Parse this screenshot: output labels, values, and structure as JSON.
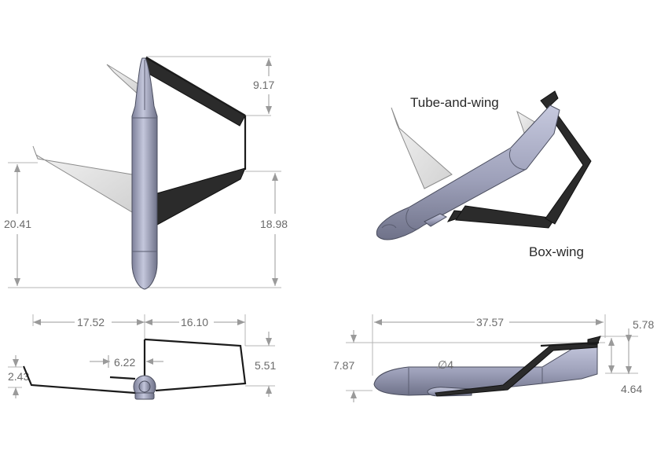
{
  "labels": {
    "tube_and_wing": "Tube-and-wing",
    "box_wing": "Box-wing"
  },
  "dimensions": {
    "top_view_tail_offset": "9.17",
    "top_view_tube_span_height": "20.41",
    "top_view_box_span_height": "18.98",
    "front_view_left_half_span": "17.52",
    "front_view_right_half_span": "16.10",
    "front_view_fuselage_dim": "6.22",
    "front_view_wing_height": "5.51",
    "front_view_tip_drop": "2.43",
    "side_view_length": "37.57",
    "side_view_height": "7.87",
    "side_view_diameter": "∅4",
    "side_view_tail_height": "5.78",
    "side_view_mid_height": "4.64"
  },
  "colors": {
    "fuselage": "#a8abc4",
    "fuselage_dark": "#6e7189",
    "box_wing": "#2b2b2b",
    "tube_wing": "#e6e6e6",
    "dimension_line": "#9a9a9a",
    "dimension_text": "#6b6b6b"
  }
}
